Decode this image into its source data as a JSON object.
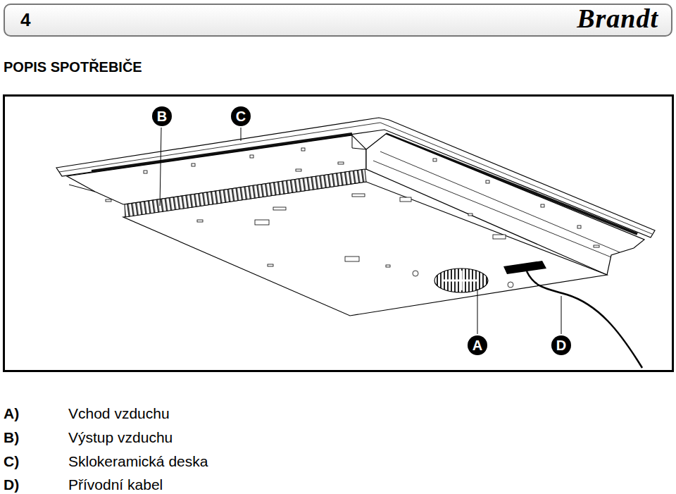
{
  "diagram": {
    "title": "POPIS SPOTŘEBIČE",
    "nodes": [
      {
        "text": [
          "4",
          "Brandt"
        ]
      }
    ],
    "labels": [
      "B",
      "C",
      "A",
      "D",
      "A)",
      "Vchod vzduchu",
      "B)",
      "Výstup vzduchu",
      "C)",
      "Sklokeramická deska",
      "D)",
      "Přívodní kabel"
    ]
  }
}
